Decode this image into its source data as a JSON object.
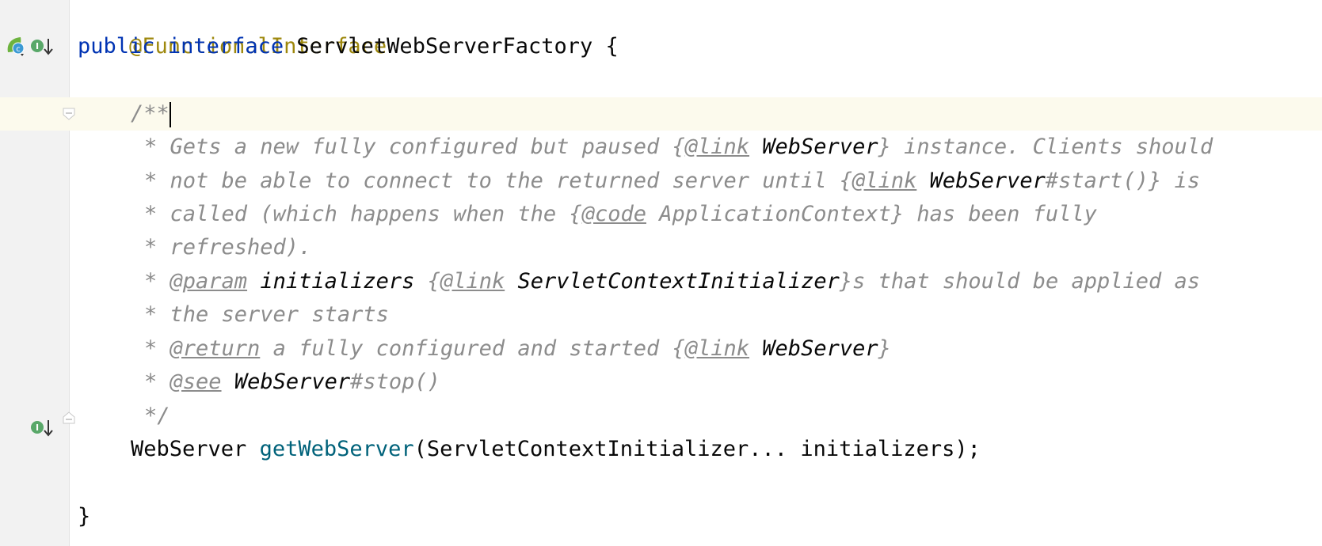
{
  "code": {
    "line1": {
      "annotation": "@FunctionalInterface"
    },
    "line2": {
      "kw_public": "public",
      "kw_interface": "interface",
      "type_name": "ServletWebServerFactory",
      "brace_open": "{"
    },
    "line4": {
      "comment_open": "/**"
    },
    "line5": {
      "t1": "* Gets a new fully configured but paused {",
      "tag": "@link",
      "t2": " ",
      "ref": "WebServer",
      "t3": "} instance. Clients should"
    },
    "line6": {
      "t1": "* not be able to connect to the returned server until {",
      "tag": "@link",
      "t2": " ",
      "ref": "WebServer",
      "t3": "#start()} is"
    },
    "line7": {
      "t1": "* called (which happens when the {",
      "tag": "@code",
      "t2": " ApplicationContext} has been fully"
    },
    "line8": {
      "t1": "* refreshed)."
    },
    "line9": {
      "t1": "* ",
      "tag": "@param",
      "t2": " ",
      "ref1": "initializers",
      "t3": " {",
      "tag2": "@link",
      "t4": " ",
      "ref2": "ServletContextInitializer",
      "t5": "}s that should be applied as"
    },
    "line10": {
      "t1": "* the server starts"
    },
    "line11": {
      "t1": "* ",
      "tag": "@return",
      "t2": " a fully configured and started {",
      "tag2": "@link",
      "t3": " ",
      "ref": "WebServer",
      "t4": "}"
    },
    "line12": {
      "t1": "* ",
      "tag": "@see",
      "t2": " ",
      "ref": "WebServer",
      "t3": "#stop()"
    },
    "line13": {
      "comment_close": "*/"
    },
    "line14": {
      "return_type": "WebServer",
      "method": "getWebServer",
      "params": "(ServletContextInitializer... initializers);"
    },
    "line16": {
      "brace_close": "}"
    }
  },
  "gutter": {
    "implemented_icon": "spring-bean-icon",
    "interface_icon": "implemented-interface-icon",
    "fold_icon": "fold-marker-icon"
  },
  "colors": {
    "annotation": "#9e880d",
    "keyword": "#0033b3",
    "method": "#00627a",
    "comment": "#8c8c8c",
    "current_line": "#fcfaed",
    "gutter": "#f2f2f2"
  }
}
